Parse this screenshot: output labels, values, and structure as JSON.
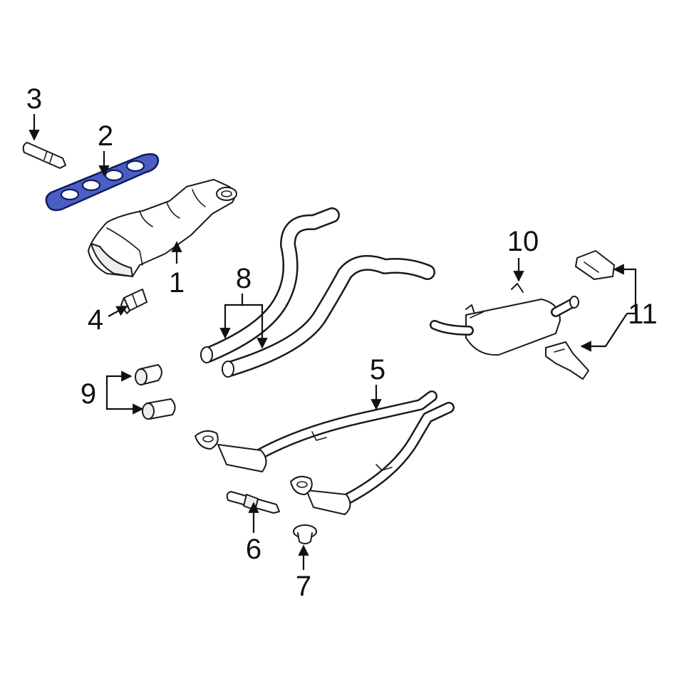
{
  "diagram": {
    "highlight_color": "#4a5fc4",
    "callouts": {
      "c1": "1",
      "c2": "2",
      "c3": "3",
      "c4": "4",
      "c5": "5",
      "c6": "6",
      "c7": "7",
      "c8": "8",
      "c9": "9",
      "c10": "10",
      "c11": "11"
    }
  }
}
